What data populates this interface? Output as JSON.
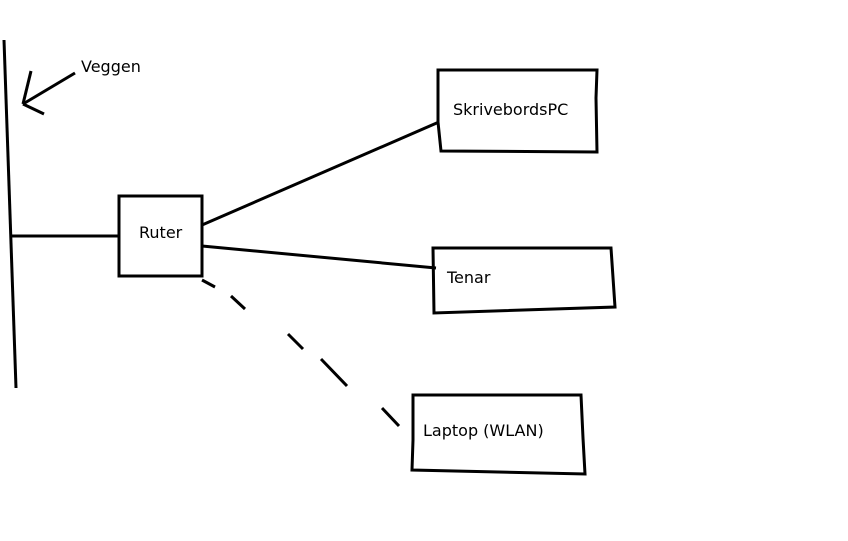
{
  "labels": {
    "wall": "Veggen",
    "router": "Ruter",
    "desktop": "SkrivebordsPC",
    "server": "Tenar",
    "laptop": "Laptop (WLAN)"
  },
  "colors": {
    "stroke": "#000000",
    "background": "#ffffff"
  }
}
